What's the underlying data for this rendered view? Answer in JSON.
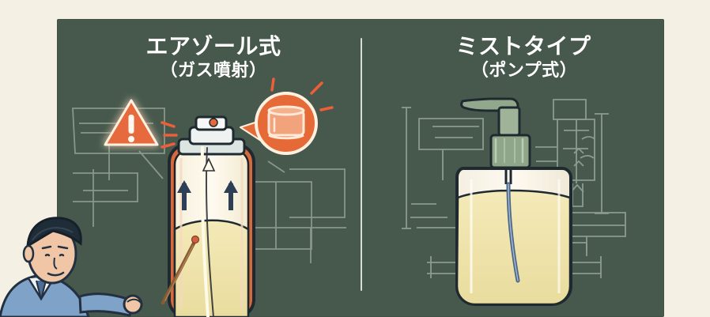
{
  "left_panel": {
    "title": "エアゾール式",
    "subtitle": "（ガス噴射）"
  },
  "right_panel": {
    "title": "ミストタイプ",
    "subtitle": "（ポンプ式）"
  },
  "icons": {
    "warning": "warning-icon",
    "container": "container-icon",
    "teacher": "teacher-icon",
    "pointer": "pointer-icon"
  },
  "colors": {
    "board": "#46594c",
    "paper": "#f4f0e4",
    "accent_orange": "#e56a38",
    "fluid": "#efe4b8",
    "pump": "#8ea487",
    "line": "#1f2a30"
  }
}
